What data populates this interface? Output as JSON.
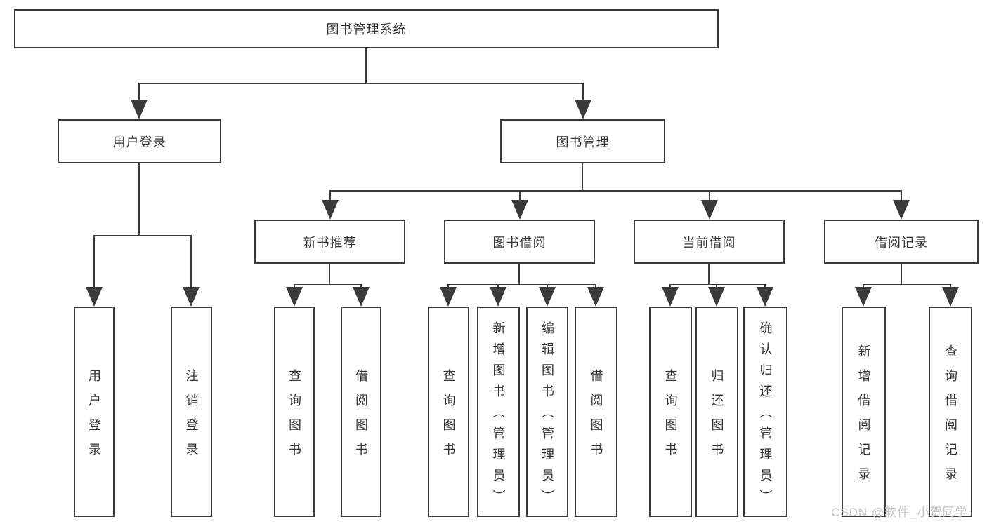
{
  "diagram": {
    "type": "tree",
    "title": "图书管理系统",
    "nodes": {
      "root": "图书管理系统",
      "user_login": "用户登录",
      "book_mgmt": "图书管理",
      "new_book_rec": "新书推荐",
      "book_borrow": "图书借阅",
      "current_borrow": "当前借阅",
      "borrow_records": "借阅记录",
      "leaf_login": "用户登录",
      "leaf_logout": "注销登录",
      "rec_query_book": "查询图书",
      "rec_borrow_book": "借阅图书",
      "bb_query_book": "查询图书",
      "bb_add_book": "新增图书（管理员）",
      "bb_edit_book": "编辑图书（管理员）",
      "bb_borrow_book": "借阅图书",
      "cur_query_book": "查询图书",
      "cur_return_book": "归还图书",
      "cur_confirm_return": "确认归还（管理员）",
      "rcd_add_record": "新增借阅记录",
      "rcd_query_record": "查询借阅记录"
    },
    "edges": [
      [
        "root",
        "user_login"
      ],
      [
        "root",
        "book_mgmt"
      ],
      [
        "user_login",
        "leaf_login"
      ],
      [
        "user_login",
        "leaf_logout"
      ],
      [
        "book_mgmt",
        "new_book_rec"
      ],
      [
        "book_mgmt",
        "book_borrow"
      ],
      [
        "book_mgmt",
        "current_borrow"
      ],
      [
        "book_mgmt",
        "borrow_records"
      ],
      [
        "new_book_rec",
        "rec_query_book"
      ],
      [
        "new_book_rec",
        "rec_borrow_book"
      ],
      [
        "book_borrow",
        "bb_query_book"
      ],
      [
        "book_borrow",
        "bb_add_book"
      ],
      [
        "book_borrow",
        "bb_edit_book"
      ],
      [
        "book_borrow",
        "bb_borrow_book"
      ],
      [
        "current_borrow",
        "cur_query_book"
      ],
      [
        "current_borrow",
        "cur_return_book"
      ],
      [
        "current_borrow",
        "cur_confirm_return"
      ],
      [
        "borrow_records",
        "rcd_add_record"
      ],
      [
        "borrow_records",
        "rcd_query_record"
      ]
    ],
    "colors": {
      "line": "#3a3a3a",
      "text": "#333333",
      "box_fill": "#ffffff",
      "background": "#ffffff",
      "watermark": "#c4c4c4"
    },
    "watermark": "CSDN @软件_小贺同学"
  }
}
